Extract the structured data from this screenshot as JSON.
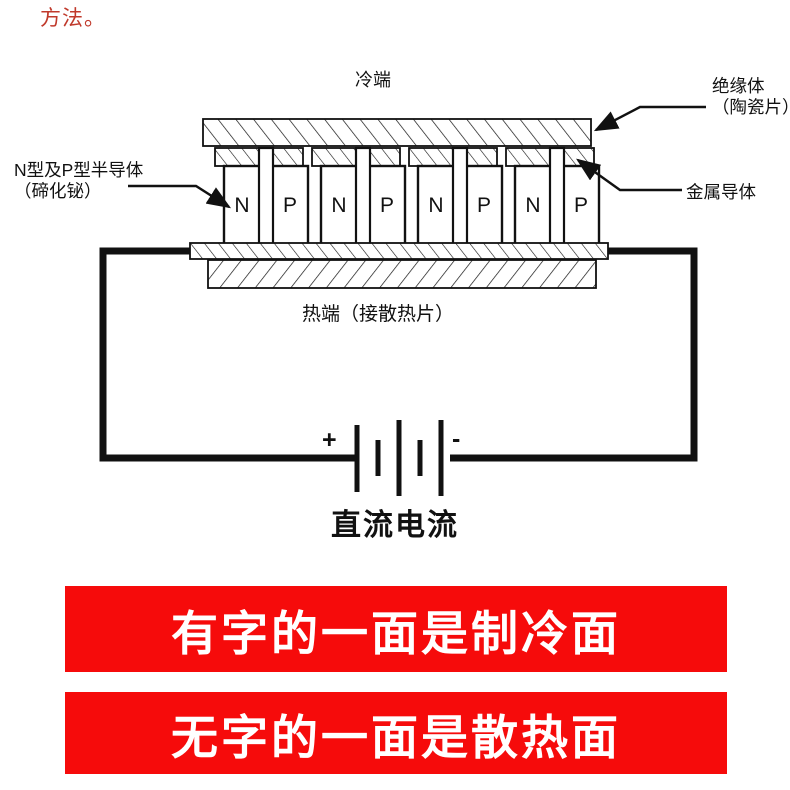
{
  "page": {
    "top_note": "方法。",
    "background": "#ffffff",
    "accent_red": "#f60b0b",
    "note_red": "#c0392b"
  },
  "diagram": {
    "title_cold": "冷端",
    "title_hot": "热端（接散热片）",
    "label_semiconductor": "N型及P型半导体\n（碲化铋）",
    "label_insulator": "绝缘体\n（陶瓷片）",
    "label_metal_conductor": "金属导体",
    "battery_plus": "+",
    "battery_minus": "-",
    "dc_label": "直流电流",
    "pellets": [
      {
        "type": "N"
      },
      {
        "type": "P"
      },
      {
        "type": "N"
      },
      {
        "type": "P"
      },
      {
        "type": "N"
      },
      {
        "type": "P"
      },
      {
        "type": "N"
      },
      {
        "type": "P"
      }
    ]
  },
  "banners": [
    {
      "text": "有字的一面是制冷面"
    },
    {
      "text": "无字的一面是散热面"
    }
  ]
}
